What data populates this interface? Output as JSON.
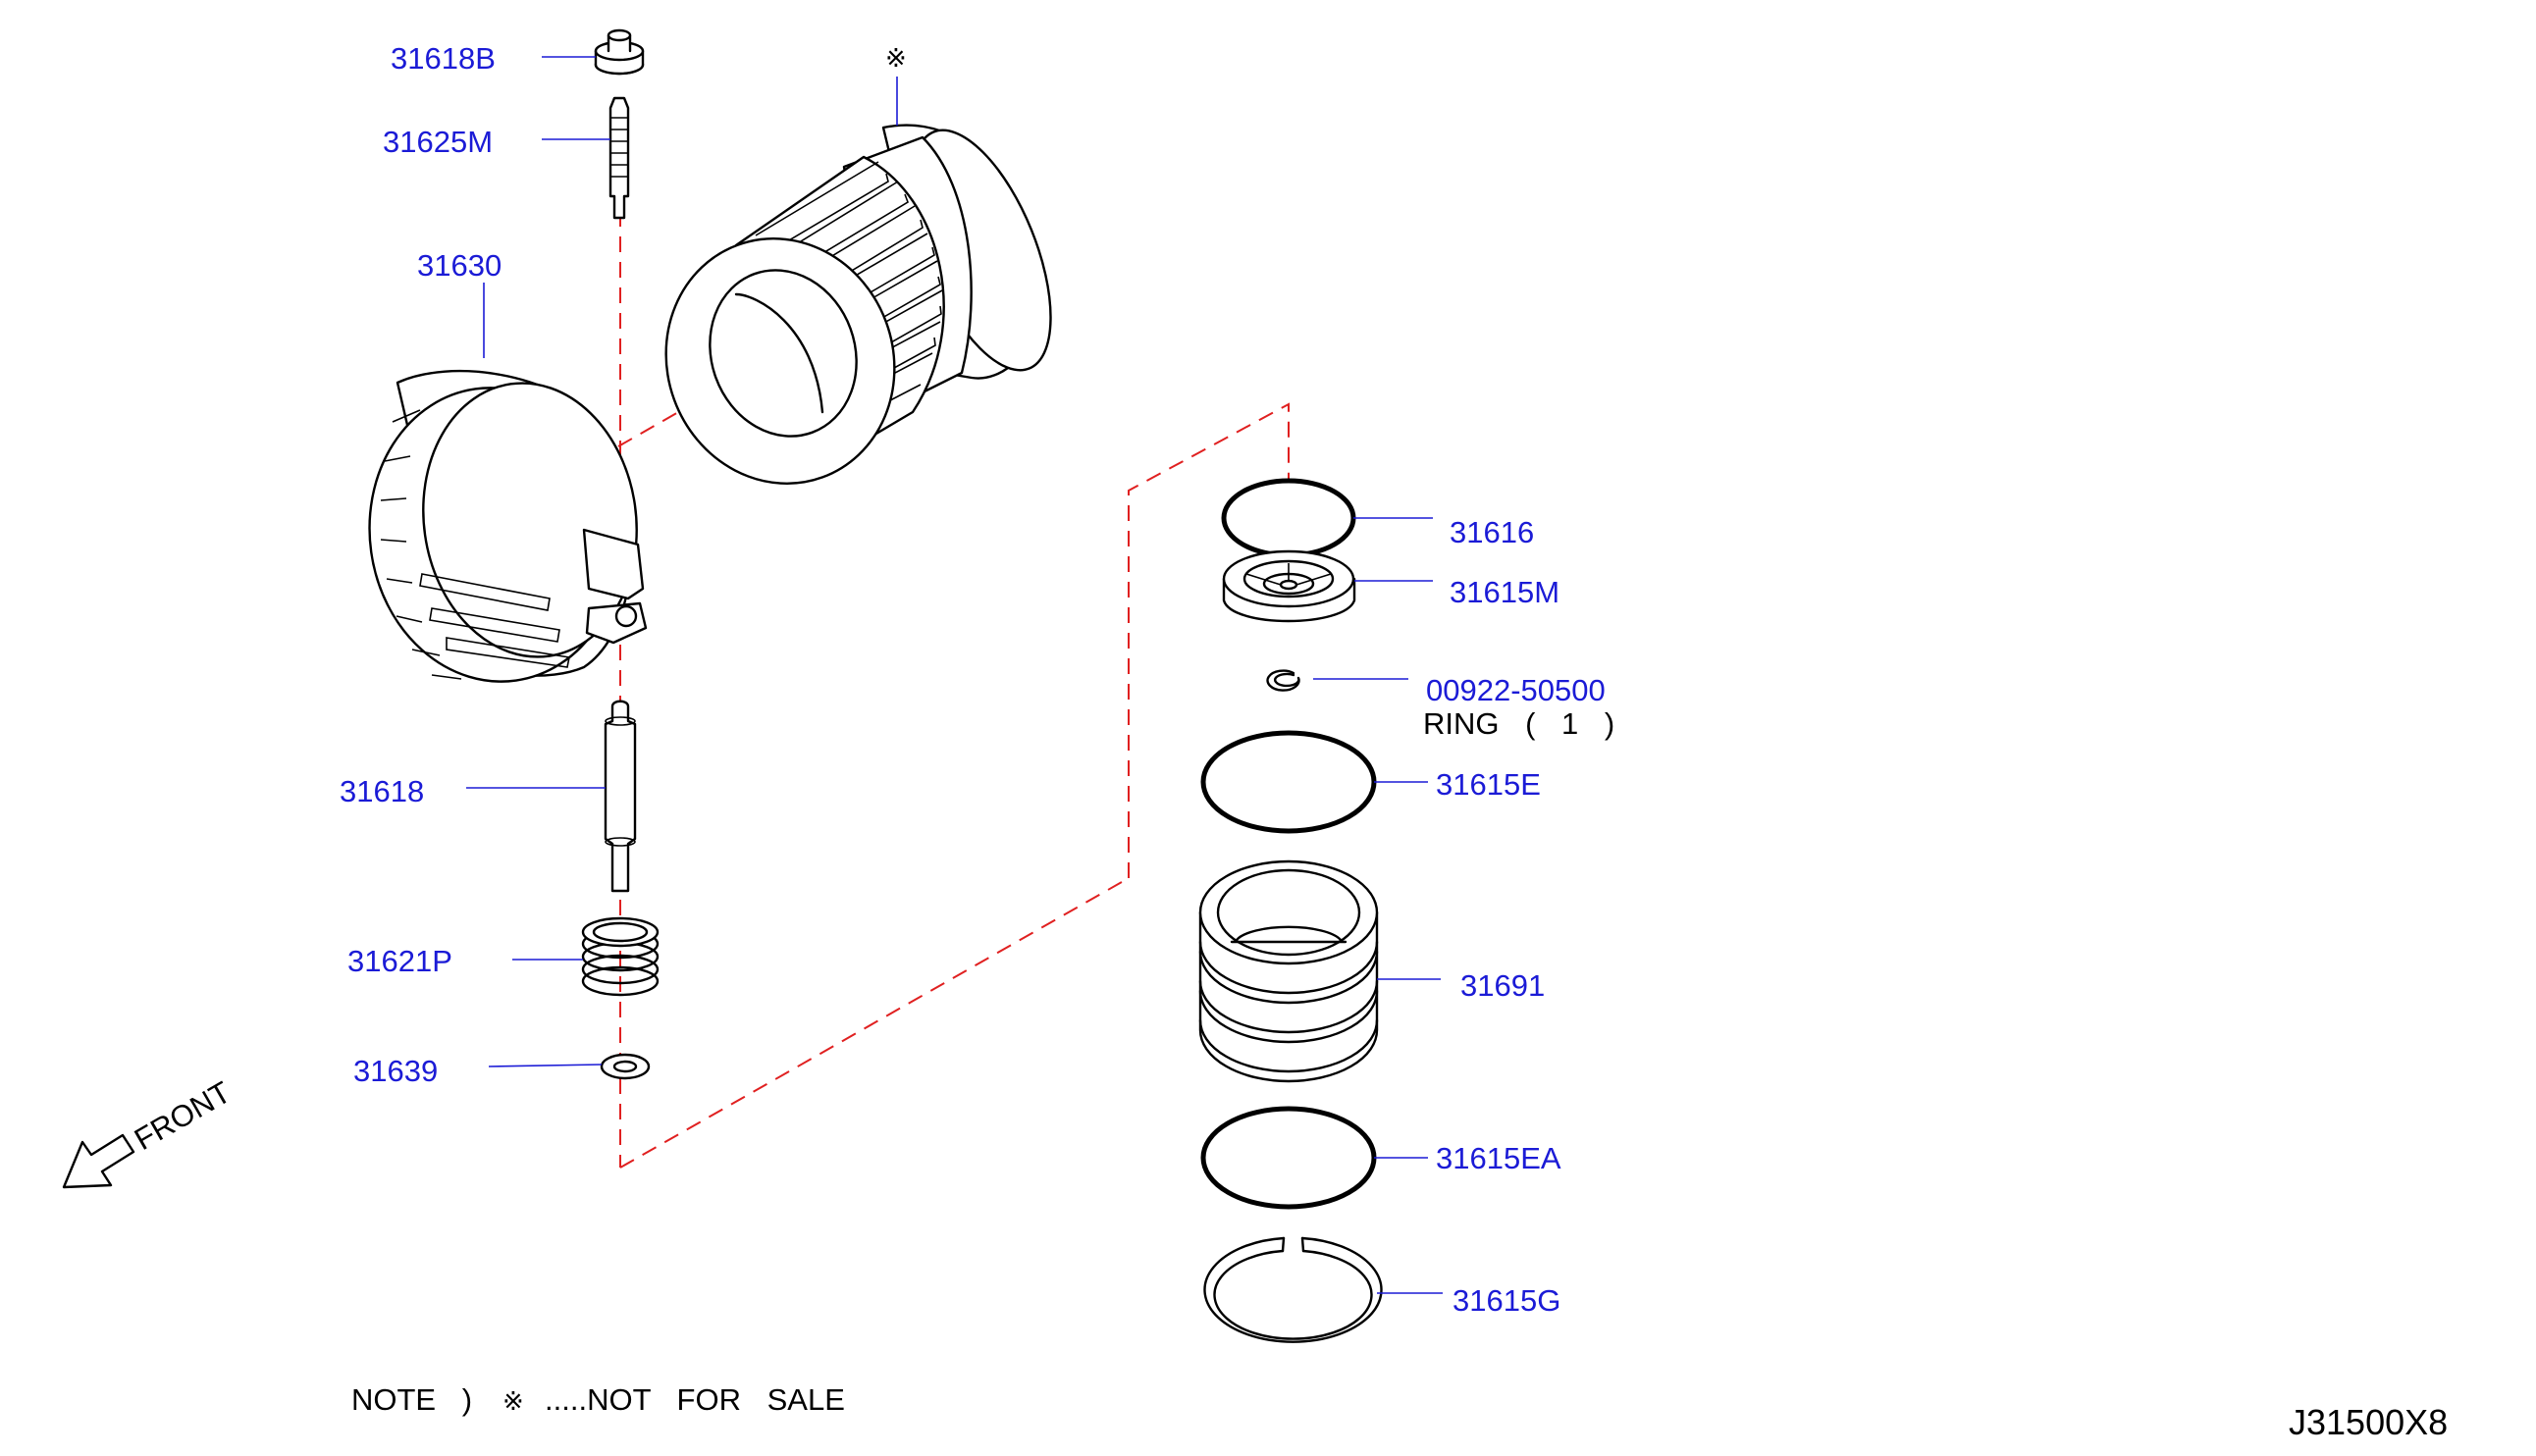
{
  "diagram_code": "J31500X8",
  "note": {
    "prefix": "NOTE )",
    "symbol": "※",
    "text": ".....NOT FOR SALE"
  },
  "not_for_sale_marker": "※",
  "front_arrow": {
    "label": "FRONT",
    "icon": "front-arrow-icon"
  },
  "parts": [
    {
      "id": "31618B",
      "label": "31618B"
    },
    {
      "id": "31625M",
      "label": "31625M"
    },
    {
      "id": "31630",
      "label": "31630"
    },
    {
      "id": "31618",
      "label": "31618"
    },
    {
      "id": "31621P",
      "label": "31621P"
    },
    {
      "id": "31639",
      "label": "31639"
    },
    {
      "id": "31616",
      "label": "31616"
    },
    {
      "id": "31615M",
      "label": "31615M"
    },
    {
      "id": "00922-50500",
      "label": "00922-50500",
      "sublabel": "RING ( 1 )"
    },
    {
      "id": "31615E",
      "label": "31615E"
    },
    {
      "id": "31691",
      "label": "31691"
    },
    {
      "id": "31615EA",
      "label": "31615EA"
    },
    {
      "id": "31615G",
      "label": "31615G"
    }
  ],
  "colors": {
    "label": "#1b1bd6",
    "dashed_line": "#e02020",
    "ink": "#000000"
  }
}
